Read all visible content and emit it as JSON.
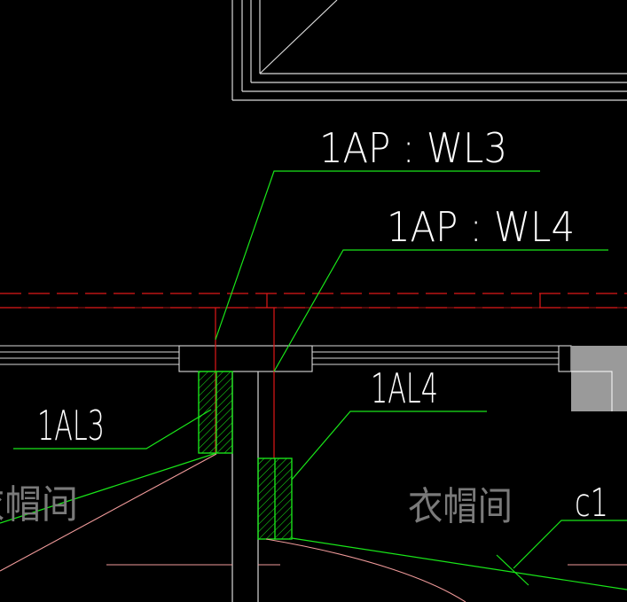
{
  "labels": {
    "wl3": "1AP  :  WL3",
    "wl4": "1AP  :  WL4",
    "al3": "1AL3",
    "al4": "1AL4",
    "room_left": "衣帽间",
    "room_right": "衣帽间",
    "c1": "c1"
  },
  "colors": {
    "background": "#000000",
    "wall": "#d9d9d9",
    "leader": "#19e619",
    "red": "#e01818",
    "pink": "#f09a9a",
    "gray_fill": "#9a9a9a",
    "text": "#ffffff",
    "hatch": "#19e619"
  }
}
